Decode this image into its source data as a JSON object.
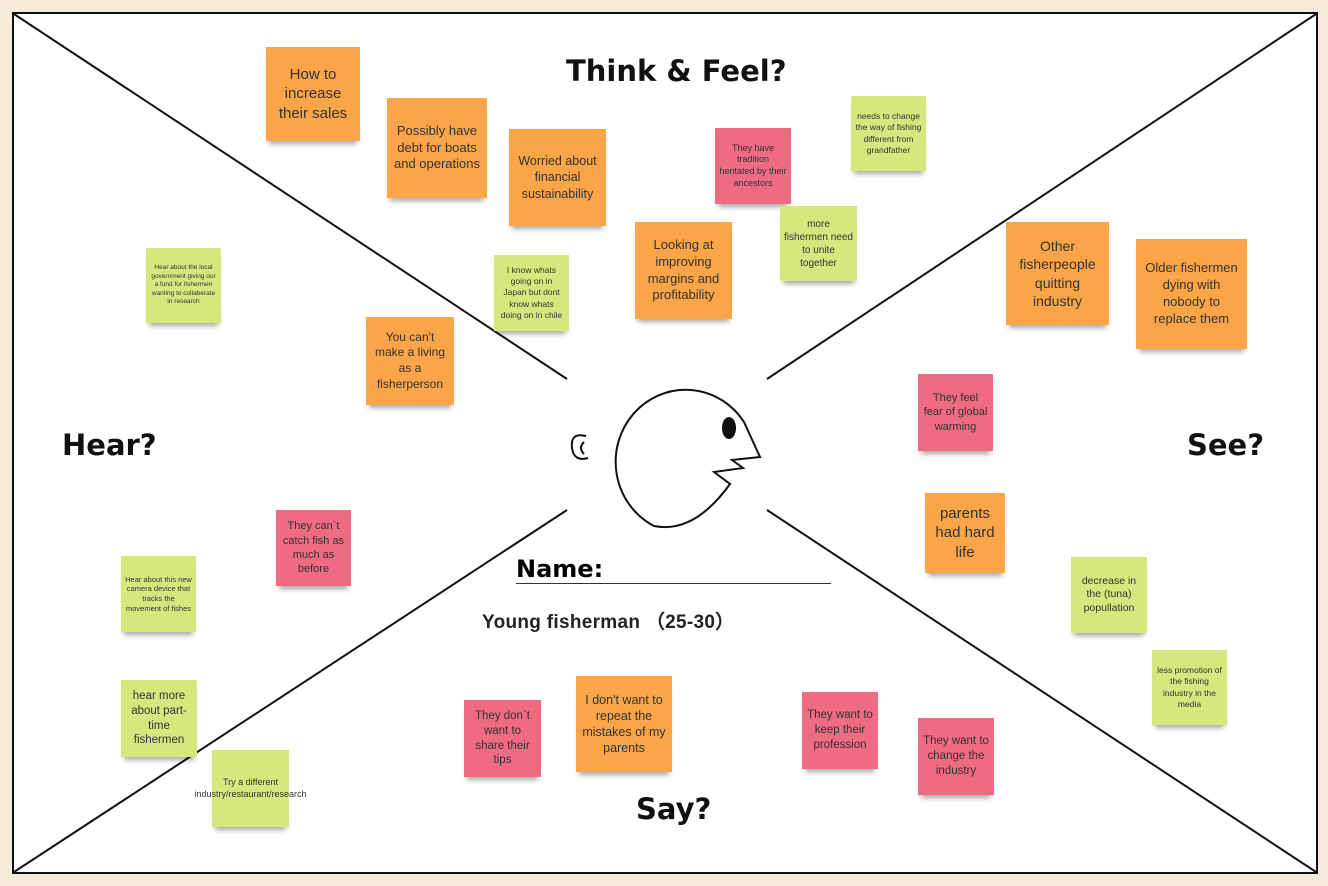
{
  "headings": {
    "think": "Think & Feel?",
    "hear": "Hear?",
    "see": "See?",
    "say": "Say?"
  },
  "persona": {
    "label": "Name:",
    "value": "Young fisherman （25-30）"
  },
  "colors": {
    "orange": "#fba448",
    "pink": "#ee6b83",
    "green": "#d7e77e"
  },
  "notes": [
    "How to increase their sales",
    "Possibly have debt for boats and operations",
    "Worried about financial sustainability",
    "They have tradition heritated by their ancestors",
    "needs to change the way of fishing different from grandfather",
    "more fishermen need to unite together",
    "Looking at improving margins and profitability",
    "I know whats going on in Japan but dont know whats doing on in chile",
    "Hear about the local government giving our a fund for fishermen wanting to collaberate in research",
    "You can't make a living as a fisherperson",
    "Other fisherpeople quitting industry",
    "Older fishermen dying with nobody to replace them",
    "They feel fear of global warming",
    "parents had hard life",
    "decrease in the (tuna) popullation",
    "less promotion of the fishing industry in the media",
    "They can`t catch fish as much as before",
    "Hear about this new camera device that tracks the movement of fishes",
    "hear more about part-time fishermen",
    "Try a different industry/restaurant/research",
    "They don`t want to share their tips",
    "I don't want to repeat the mistakes of my parents",
    "They want to keep their profession",
    "They want to change the industry"
  ]
}
